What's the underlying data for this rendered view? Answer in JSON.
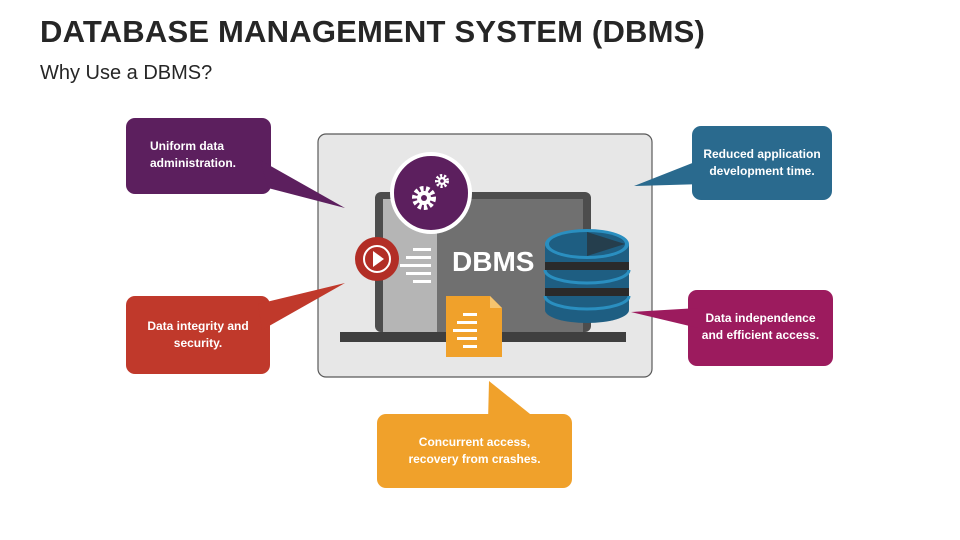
{
  "header": {
    "title": "DATABASE MANAGEMENT SYSTEM (DBMS)",
    "subtitle": "Why Use a DBMS?"
  },
  "center": {
    "label": "DBMS",
    "icons": [
      "gears-icon",
      "play-icon",
      "text-lines-icon",
      "document-icon",
      "database-icon",
      "laptop-icon"
    ]
  },
  "callouts": {
    "uniform": {
      "line1": "Uniform data",
      "line2": "administration.",
      "color": "#5C1F5E"
    },
    "integrity": {
      "line1": "Data integrity and",
      "line2": "security.",
      "color": "#C0392B"
    },
    "reduced": {
      "line1": "Reduced application",
      "line2": "development time.",
      "color": "#2A6A8E"
    },
    "independence": {
      "line1": "Data independence",
      "line2": "and efficient access.",
      "color": "#9C1B5E"
    },
    "concurrent": {
      "line1": "Concurrent access,",
      "line2": "recovery from crashes.",
      "color": "#F0A12B"
    }
  }
}
